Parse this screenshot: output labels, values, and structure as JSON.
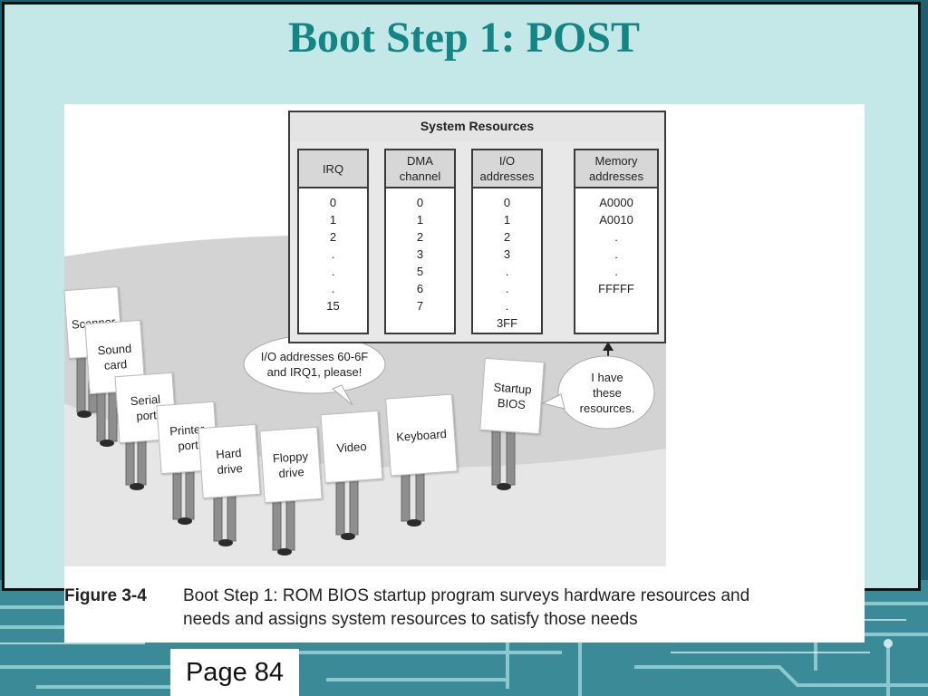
{
  "slide": {
    "title": "Boot Step 1: POST",
    "page_label": "Page 84"
  },
  "figure": {
    "resource_panel": {
      "title": "System Resources",
      "columns": [
        {
          "header": "IRQ",
          "values": "0\n1\n2\n.\n.\n.\n15"
        },
        {
          "header": "DMA\nchannel",
          "values": "0\n1\n2\n3\n5\n6\n7"
        },
        {
          "header": "I/O\naddresses",
          "values": "0\n1\n2\n3\n.\n.\n.\n3FF"
        },
        {
          "header": "Memory\naddresses",
          "values": "A0000\nA0010\n.\n.\n.\nFFFFF"
        }
      ]
    },
    "devices": {
      "scanner": "Scanner",
      "sound_card": "Sound\ncard",
      "serial_port": "Serial\nport",
      "printer_port": "Printer\nport",
      "hard_drive": "Hard\ndrive",
      "floppy_drive": "Floppy\ndrive",
      "video": "Video",
      "keyboard": "Keyboard",
      "startup_bios": "Startup\nBIOS"
    },
    "bubbles": {
      "request": "I/O addresses 60-6F\nand IRQ1, please!",
      "reply": "I have\nthese\nresources."
    },
    "caption": {
      "label": "Figure 3-4",
      "text_line1": "Boot Step 1: ROM BIOS startup program surveys hardware resources and",
      "text_line2": "needs and assigns system resources to satisfy those needs"
    }
  }
}
